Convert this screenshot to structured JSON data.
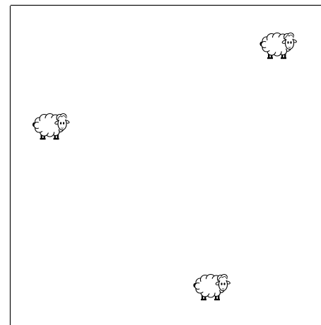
{
  "board": {
    "rows": 4,
    "cols": 4,
    "background_color": "#ffffff",
    "line_color": "#000000"
  },
  "pieces": [
    {
      "type": "sheep",
      "icon": "sheep-icon",
      "row": 0,
      "col": 3
    },
    {
      "type": "sheep",
      "icon": "sheep-icon",
      "row": 1,
      "col": 0
    },
    {
      "type": "sheep",
      "icon": "sheep-icon",
      "row": 3,
      "col": 2
    }
  ]
}
